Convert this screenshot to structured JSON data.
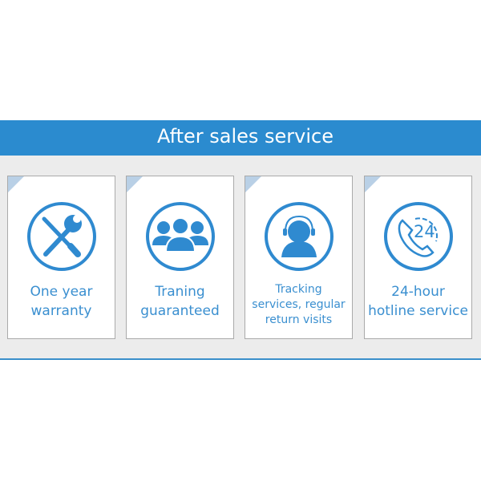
{
  "header": {
    "title": "After sales service"
  },
  "colors": {
    "accent": "#2b8bcf",
    "text": "#3a8fd0"
  },
  "cards": [
    {
      "icon": "tools-icon",
      "line1": "One year",
      "line2": "warranty"
    },
    {
      "icon": "group-icon",
      "line1": "Traning",
      "line2": "guaranteed"
    },
    {
      "icon": "headset-icon",
      "line1": "Tracking",
      "line2": "services, regular",
      "line3": "return visits"
    },
    {
      "icon": "phone-24-icon",
      "line1": "24-hour",
      "line2": "hotline service",
      "badge": "24"
    }
  ]
}
